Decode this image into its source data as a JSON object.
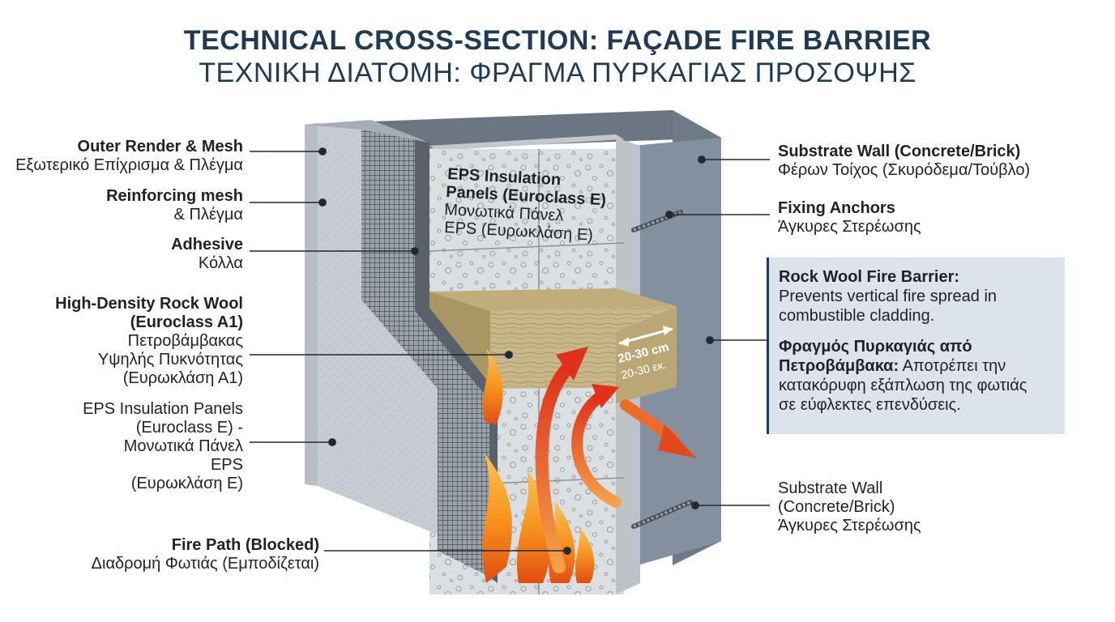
{
  "title": {
    "en": "TECHNICAL CROSS-SECTION: FAÇADE FIRE BARRIER",
    "gr": "ΤΕΧΝΙΚΗ ΔΙΑΤΟΜΗ: ΦΡΑΓΜΑ ΠΥΡΚΑΓΙΑΣ ΠΡΟΣΟΨΗΣ"
  },
  "left_labels": {
    "outer_render": {
      "en": "Outer Render & Mesh",
      "gr": "Εξωτερικό Επίχρισμα & Πλέγμα"
    },
    "reinforcing_mesh": {
      "en": "Reinforcing mesh",
      "gr": "& Πλέγμα"
    },
    "adhesive": {
      "en": "Adhesive",
      "gr": "Κόλλα"
    },
    "rock_wool": {
      "en_line1": "High-Density Rock Wool",
      "en_line2": "(Euroclass A1)",
      "gr_line1": "Πετροβάμβακας",
      "gr_line2": "Υψηλής Πυκνότητας",
      "gr_line3": "(Ευρωκλάση Α1)"
    },
    "eps_panels": {
      "line1": "EPS Insulation Panels",
      "line2": "(Euroclass E) -",
      "line3": "Μονωτικά Πάνελ",
      "line4": "EPS",
      "line5": "(Ευρωκλάση Ε)"
    },
    "fire_path": {
      "en": "Fire Path (Blocked)",
      "gr": "Διαδρομή Φωτιάς (Εμποδίζεται)"
    }
  },
  "inset_label": {
    "en_line1": "EPS Insulation",
    "en_line2": "Panels (Euroclass E)",
    "gr_line1": "Μονωτικά Πάνελ",
    "gr_line2": "EPS (Ευρωκλάση Ε)"
  },
  "dimension": {
    "en": "20-30 cm",
    "gr": "20-30 εκ."
  },
  "right_labels": {
    "substrate_top": {
      "en": "Substrate Wall (Concrete/Brick)",
      "gr": "Φέρων Τοίχος (Σκυρόδεμα/Τούβλο)"
    },
    "fixing_anchors": {
      "en": "Fixing Anchors",
      "gr": "Άγκυρες Στερέωσης"
    },
    "substrate_bottom": {
      "line1": "Substrate Wall",
      "line2": "(Concrete/Brick)",
      "line3": "Άγκυρες Στερέωσης"
    }
  },
  "callout": {
    "en_title": "Rock Wool Fire Barrier:",
    "en_body_line1": "Prevents vertical fire spread in",
    "en_body_line2": "combustible cladding.",
    "gr_title_line1": "Φραγμός Πυρκαγιάς από",
    "gr_title_line2": "Πετροβάμβακα:",
    "gr_body_line1": " Αποτρέπει την",
    "gr_body_line2": "κατακόρυφη εξάπλωση της φωτιάς",
    "gr_body_line3": "σε εύφλεκτες επενδύσεις."
  },
  "colors": {
    "title": "#1f3a52",
    "substrate": "#7a8593",
    "render": "#c9ced4",
    "mesh": "#4d545c",
    "adhesive": "#5e666f",
    "eps": "#dadde0",
    "rock_wool": "#c9b98a",
    "fire": "#f28a1c",
    "arrow": "#e2441e",
    "callout_bg": "#dde3ea"
  }
}
